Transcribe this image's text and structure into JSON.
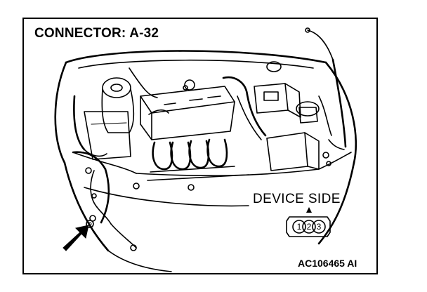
{
  "title": "CONNECTOR: A-32",
  "device_label": "DEVICE SIDE",
  "connector_pins": [
    "1",
    "2",
    "3"
  ],
  "reference_code": "AC106465 AI"
}
